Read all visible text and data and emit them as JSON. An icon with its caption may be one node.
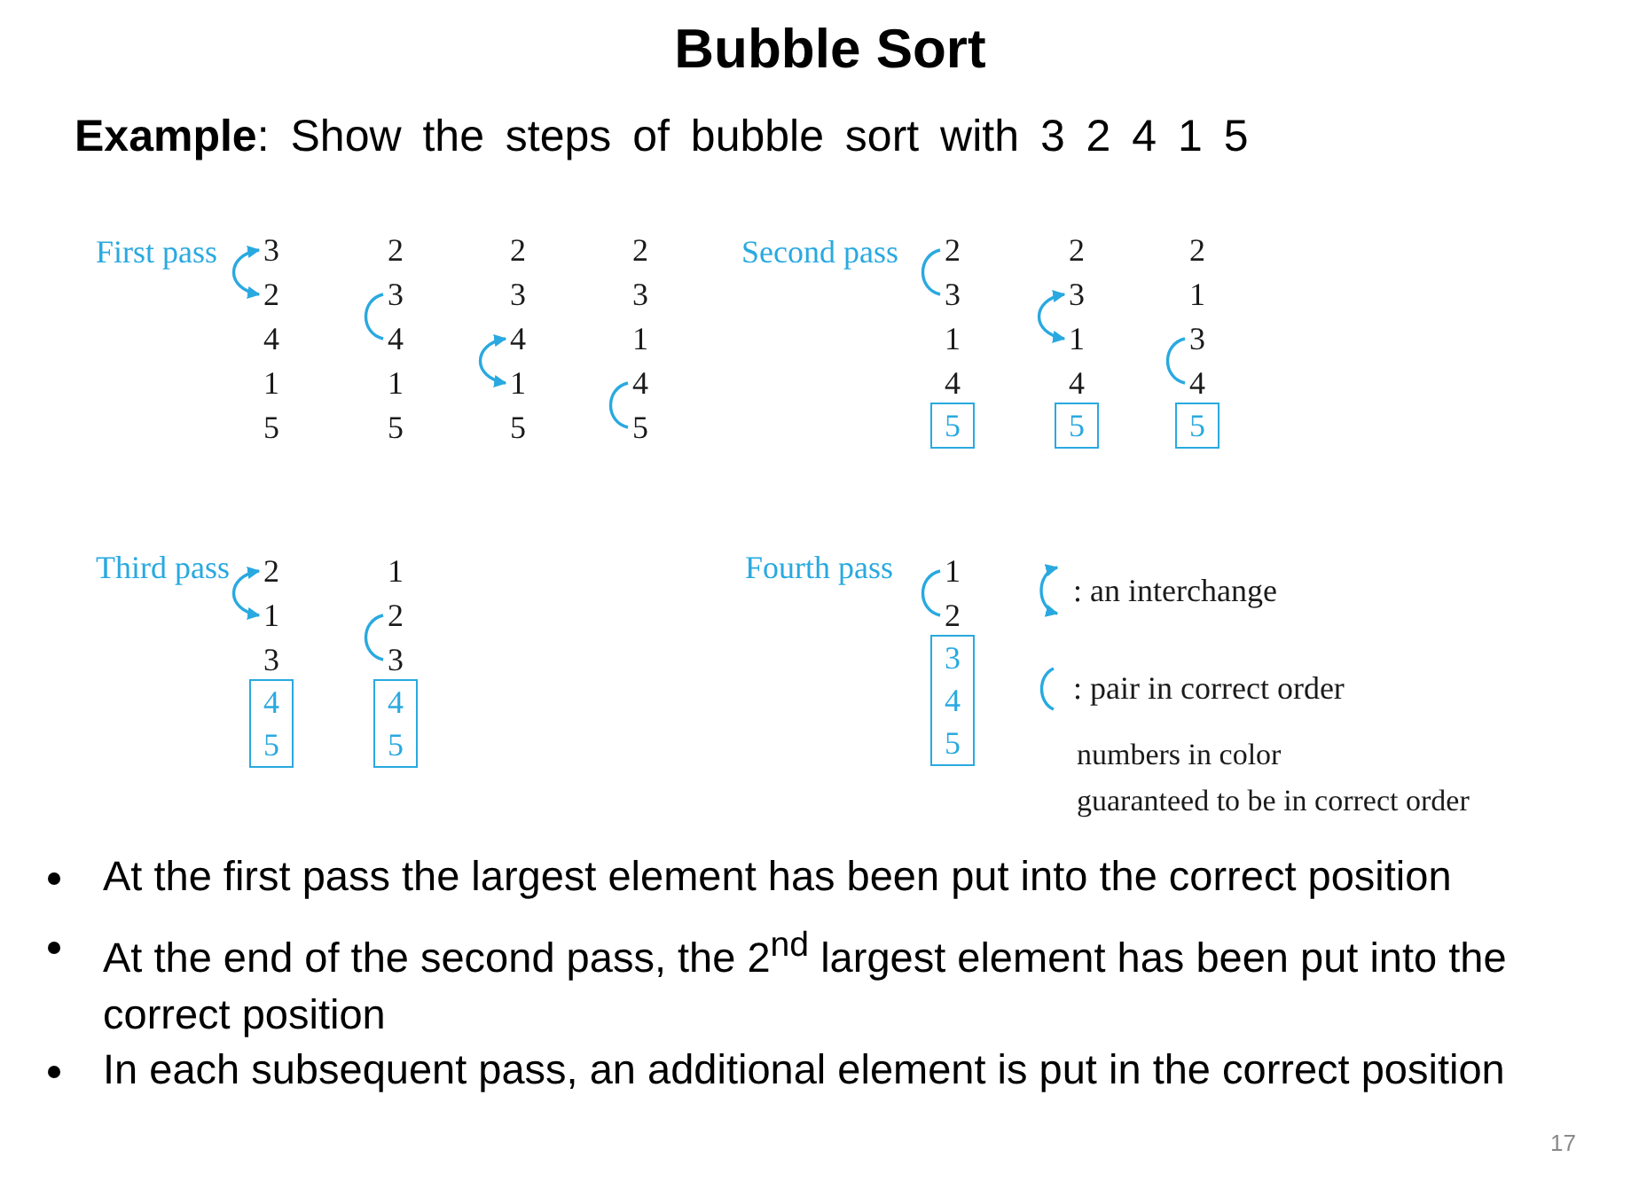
{
  "diagram": {
    "title": "Bubble Sort",
    "nodes": [
      {
        "text": [
          "3"
        ]
      },
      {
        "text": [
          "2"
        ]
      },
      {
        "text": [
          "4"
        ]
      },
      {
        "text": [
          "1"
        ]
      },
      {
        "text": [
          "5"
        ]
      },
      {
        "text": [
          "2"
        ]
      },
      {
        "text": [
          "3"
        ]
      },
      {
        "text": [
          "4"
        ]
      },
      {
        "text": [
          "1"
        ]
      },
      {
        "text": [
          "5"
        ]
      },
      {
        "text": [
          "2"
        ]
      },
      {
        "text": [
          "3"
        ]
      },
      {
        "text": [
          "4"
        ]
      },
      {
        "text": [
          "1"
        ]
      },
      {
        "text": [
          "5"
        ]
      },
      {
        "text": [
          "2"
        ]
      },
      {
        "text": [
          "3"
        ]
      },
      {
        "text": [
          "1"
        ]
      },
      {
        "text": [
          "4"
        ]
      },
      {
        "text": [
          "5"
        ]
      },
      {
        "text": [
          "2"
        ]
      },
      {
        "text": [
          "3"
        ]
      },
      {
        "text": [
          "1"
        ]
      },
      {
        "text": [
          "4"
        ]
      },
      {
        "text": [
          "5"
        ]
      },
      {
        "text": [
          "2"
        ]
      },
      {
        "text": [
          "3"
        ]
      },
      {
        "text": [
          "1"
        ]
      },
      {
        "text": [
          "4"
        ]
      },
      {
        "text": [
          "5"
        ]
      },
      {
        "text": [
          "2"
        ]
      },
      {
        "text": [
          "1"
        ]
      },
      {
        "text": [
          "3"
        ]
      },
      {
        "text": [
          "4"
        ]
      },
      {
        "text": [
          "5"
        ]
      },
      {
        "text": [
          "2"
        ]
      },
      {
        "text": [
          "1"
        ]
      },
      {
        "text": [
          "3"
        ]
      },
      {
        "text": [
          "4 5"
        ]
      },
      {
        "text": [
          "1"
        ]
      },
      {
        "text": [
          "2"
        ]
      },
      {
        "text": [
          "3"
        ]
      },
      {
        "text": [
          "4 5"
        ]
      },
      {
        "text": [
          "1"
        ]
      },
      {
        "text": [
          "2"
        ]
      },
      {
        "text": [
          "3 4 5"
        ]
      }
    ],
    "edges": [
      {
        "from": 0,
        "to": 1,
        "arrow": "both"
      },
      {
        "from": 6,
        "to": 7,
        "arrow": "none"
      },
      {
        "from": 12,
        "to": 13,
        "arrow": "both"
      },
      {
        "from": 18,
        "to": 19,
        "arrow": "none"
      },
      {
        "from": 20,
        "to": 21,
        "arrow": "none"
      },
      {
        "from": 26,
        "to": 27,
        "arrow": "both"
      },
      {
        "from": 32,
        "to": 33,
        "arrow": "none"
      },
      {
        "from": 35,
        "to": 36,
        "arrow": "both"
      },
      {
        "from": 40,
        "to": 41,
        "arrow": "none"
      },
      {
        "from": 43,
        "to": 44,
        "arrow": "none"
      }
    ],
    "labels": [
      "**Example**: Show the steps of bubble sort with 3 2 4 1 5",
      "First pass",
      "Second pass",
      "Third pass",
      "Fourth pass",
      "numbers in color guaranteed to be in correct order",
      "At the first pass the largest element has been put into the correct position",
      "At the end of the second pass, the 2$^{nd}$ largest element has been put into the correct position",
      "In each subsequent pass, an additional element is put in the correct position",
      "17"
    ],
    "legend": [
      {
        "text": ": an interchange"
      },
      {
        "text": ": pair in correct order"
      }
    ]
  }
}
